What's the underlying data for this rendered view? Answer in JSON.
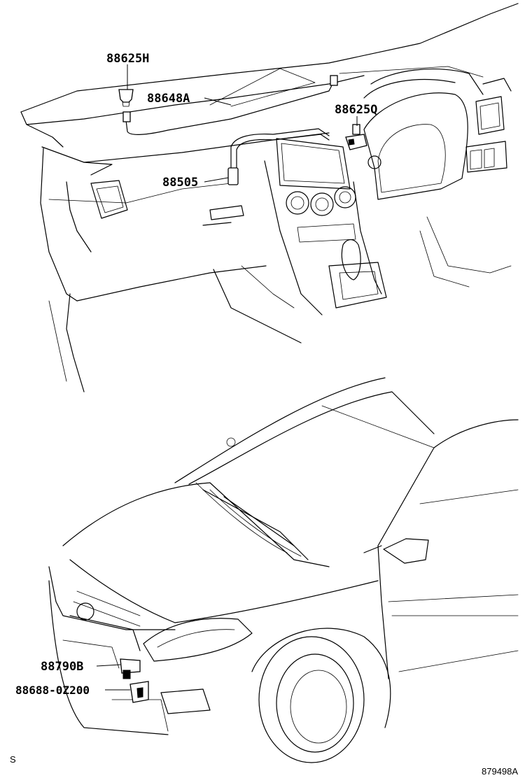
{
  "callouts": {
    "sensor_top": "88625H",
    "wire_harness": "88648A",
    "sensor_right": "88625Q",
    "hose": "88505",
    "ambient_sensor": "88790B",
    "clamp": "88688-0Z200"
  },
  "footer": {
    "left_mark": "S",
    "illustration_code": "879498A"
  },
  "colors": {
    "line": "#000000",
    "background": "#ffffff"
  }
}
